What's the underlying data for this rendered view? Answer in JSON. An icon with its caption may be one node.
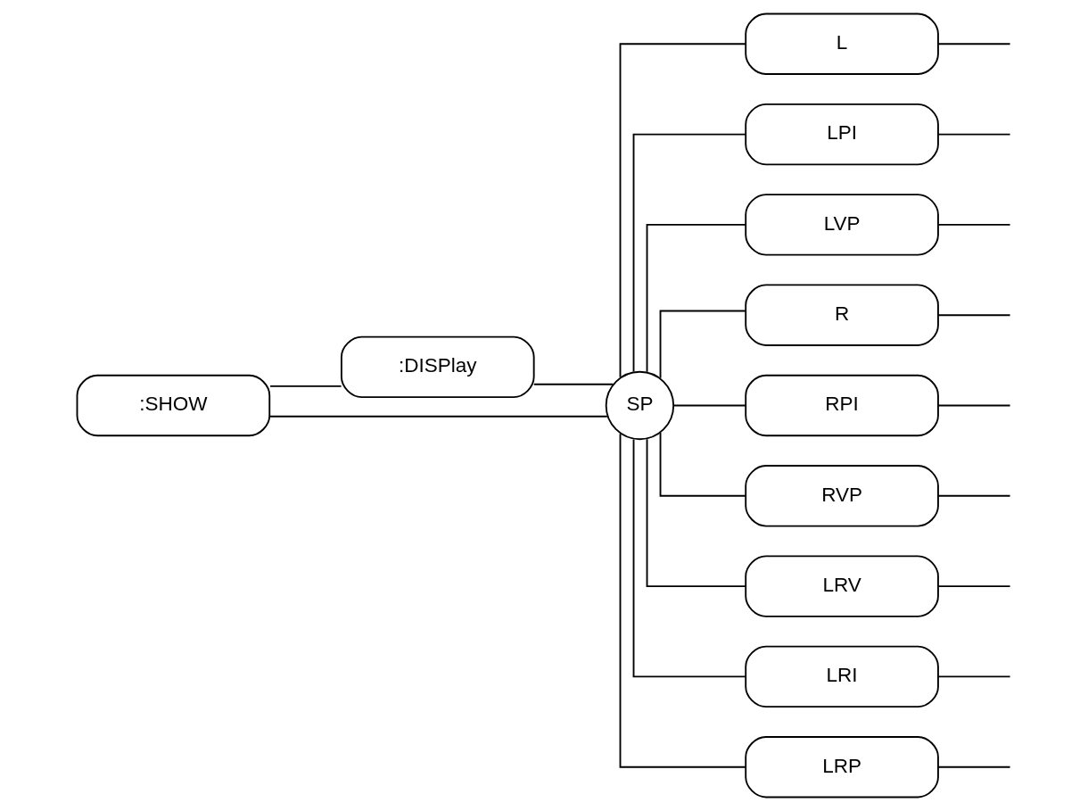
{
  "diagram": {
    "nodes": [
      {
        "text": [
          ":SHOW"
        ]
      },
      {
        "text": [
          ":DISPlay"
        ]
      },
      {
        "text": [
          "SP"
        ]
      },
      {
        "text": [
          "L"
        ]
      },
      {
        "text": [
          "LPI"
        ]
      },
      {
        "text": [
          "LVP"
        ]
      },
      {
        "text": [
          "R"
        ]
      },
      {
        "text": [
          "RPI"
        ]
      },
      {
        "text": [
          "RVP"
        ]
      },
      {
        "text": [
          "LRV"
        ]
      },
      {
        "text": [
          "LRI"
        ]
      },
      {
        "text": [
          "LRP"
        ]
      }
    ],
    "edges": [
      {
        "from": 0,
        "to": 1,
        "arrow": "none"
      },
      {
        "from": 0,
        "to": 2,
        "arrow": "none"
      },
      {
        "from": 1,
        "to": 2,
        "arrow": "none"
      },
      {
        "from": 2,
        "to": 3,
        "arrow": "none"
      },
      {
        "from": 2,
        "to": 4,
        "arrow": "none"
      },
      {
        "from": 2,
        "to": 5,
        "arrow": "none"
      },
      {
        "from": 2,
        "to": 6,
        "arrow": "none"
      },
      {
        "from": 2,
        "to": 7,
        "arrow": "none"
      },
      {
        "from": 2,
        "to": 8,
        "arrow": "none"
      },
      {
        "from": 2,
        "to": 9,
        "arrow": "none"
      },
      {
        "from": 2,
        "to": 10,
        "arrow": "none"
      },
      {
        "from": 2,
        "to": 11,
        "arrow": "none"
      },
      {
        "from": 3,
        "to": null,
        "arrow": "none"
      },
      {
        "from": 4,
        "to": null,
        "arrow": "none"
      },
      {
        "from": 5,
        "to": null,
        "arrow": "none"
      },
      {
        "from": 6,
        "to": null,
        "arrow": "none"
      },
      {
        "from": 7,
        "to": null,
        "arrow": "none"
      },
      {
        "from": 8,
        "to": null,
        "arrow": "none"
      },
      {
        "from": 9,
        "to": null,
        "arrow": "none"
      },
      {
        "from": 10,
        "to": null,
        "arrow": "none"
      },
      {
        "from": 11,
        "to": null,
        "arrow": "none"
      }
    ]
  }
}
